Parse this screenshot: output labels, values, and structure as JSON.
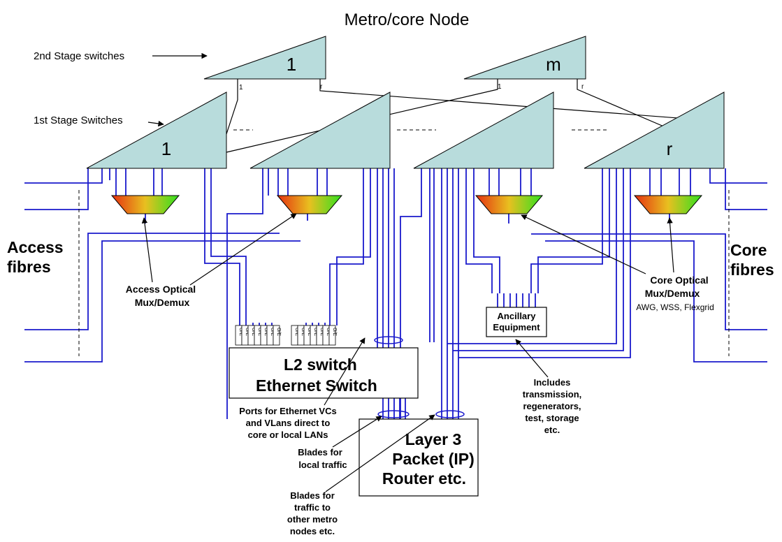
{
  "title": "Metro/core Node",
  "labels": {
    "second_stage": "2nd Stage switches",
    "first_stage": "1st Stage Switches",
    "access_fibres_line1": "Access",
    "access_fibres_line2": "fibres",
    "core_fibres_line1": "Core",
    "core_fibres_line2": "fibres",
    "access_mux_line1": "Access Optical",
    "access_mux_line2": "Mux/Demux",
    "core_mux_line1": "Core Optical",
    "core_mux_line2": "Mux/Demux",
    "core_mux_sub": "AWG, WSS, Flexgrid",
    "ancillary_line1": "Ancillary",
    "ancillary_line2": "Equipment",
    "includes_line1": "Includes",
    "includes_line2": "transmission,",
    "includes_line3": "regenerators,",
    "includes_line4": "test, storage",
    "includes_line5": "etc.",
    "l2_line1": "L2 switch",
    "l2_line2": "Ethernet Switch",
    "l3_line1": "Layer 3",
    "l3_line2": "Packet (IP)",
    "l3_line3": "Router etc.",
    "ports_line1": "Ports for Ethernet VCs",
    "ports_line2": "and VLans direct to",
    "ports_line3": "core or local LANs",
    "blades_local_line1": "Blades for",
    "blades_local_line2": "local traffic",
    "blades_other_line1": "Blades for",
    "blades_other_line2": "traffic to",
    "blades_other_line3": "other metro",
    "blades_other_line4": "nodes etc."
  },
  "switches": {
    "second_stage": [
      "1",
      "m"
    ],
    "first_stage": [
      "1",
      "r"
    ],
    "port_labels": [
      "1",
      "r",
      "1",
      "r"
    ]
  },
  "port_labels": [
    "O/E",
    "O/E",
    "O/E",
    "O/E",
    "O/E",
    "O/E",
    "O/E",
    "O/E",
    "O/E",
    "O/E",
    "O/E",
    "O/E",
    "O/E",
    "O/E"
  ],
  "colors": {
    "switch_fill": "#b8dcdc",
    "wire": "#1a1acc",
    "mux_gradient_start": "#e53010",
    "mux_gradient_end": "#30e020"
  }
}
